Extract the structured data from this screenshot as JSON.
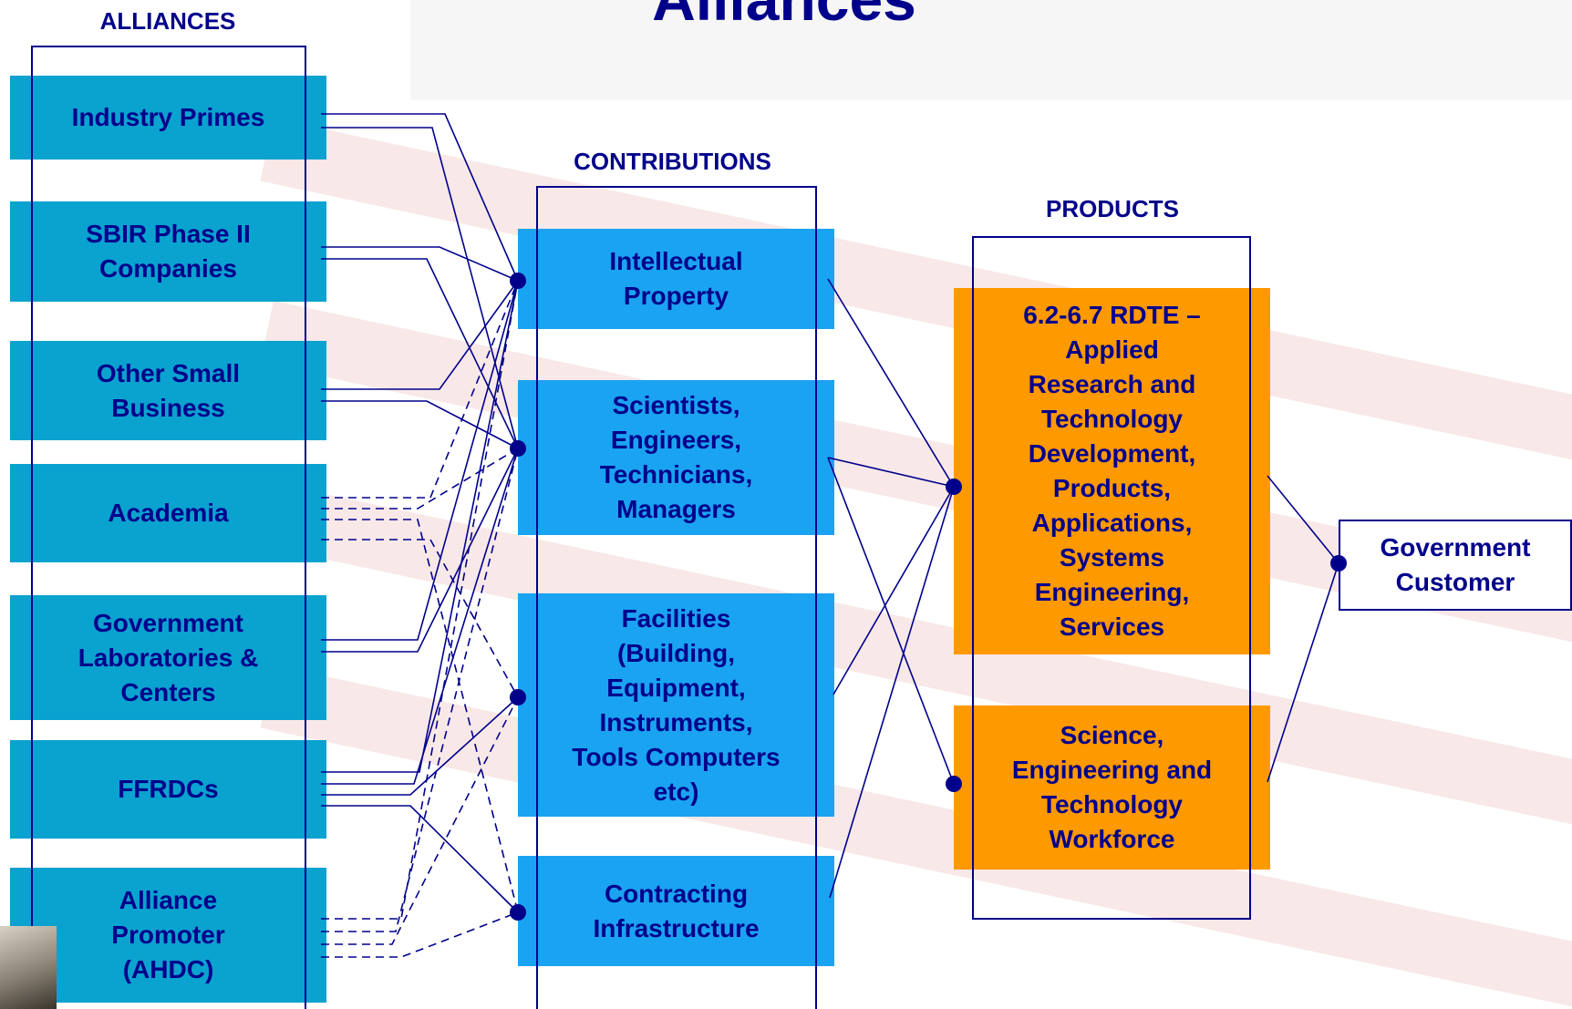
{
  "title": "Alliances",
  "headers": {
    "alliances": "ALLIANCES",
    "contributions": "CONTRIBUTIONS",
    "products": "PRODUCTS"
  },
  "alliances": [
    {
      "label": "Industry Primes"
    },
    {
      "label": "SBIR Phase II\nCompanies"
    },
    {
      "label": "Other Small\nBusiness"
    },
    {
      "label": "Academia"
    },
    {
      "label": "Government\nLaboratories &\nCenters"
    },
    {
      "label": "FFRDCs"
    },
    {
      "label": "Alliance\nPromoter\n(AHDC)"
    }
  ],
  "contributions": [
    {
      "label": "Intellectual\nProperty"
    },
    {
      "label": "Scientists,\nEngineers,\nTechnicians,\nManagers"
    },
    {
      "label": "Facilities\n(Building,\nEquipment,\nInstruments,\nTools Computers\netc)"
    },
    {
      "label": "Contracting\nInfrastructure"
    }
  ],
  "products": [
    {
      "label": "6.2-6.7 RDTE –\nApplied\nResearch and\nTechnology\nDevelopment,\nProducts,\nApplications,\nSystems\nEngineering,\nServices"
    },
    {
      "label": "Science,\nEngineering and\nTechnology\nWorkforce"
    }
  ],
  "customer": {
    "label": "Government\nCustomer"
  },
  "colors": {
    "text": "#00008b",
    "alliance_box": "#0aa2cf",
    "contribution_box": "#1aa3f0",
    "product_box": "#ff9900",
    "line": "#00008b"
  }
}
